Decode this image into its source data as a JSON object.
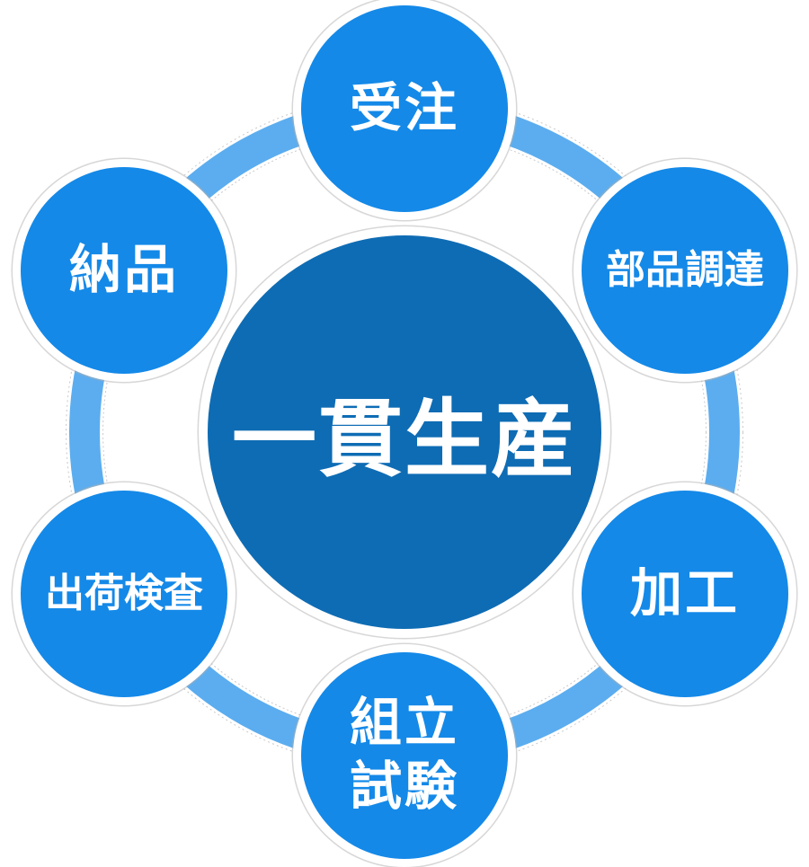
{
  "diagram": {
    "title_meaning": "integrated production cycle",
    "center": {
      "label": "一貫生産",
      "fill_color": "#0E6CB4",
      "text_color": "#FFFFFF"
    },
    "ring": {
      "color": "#5BADEF"
    },
    "nodes": [
      {
        "id": "order",
        "label": "受注",
        "position": "top"
      },
      {
        "id": "parts-procurement",
        "label": "部品調達",
        "position": "top-right"
      },
      {
        "id": "machining",
        "label": "加工",
        "position": "bottom-right"
      },
      {
        "id": "assembly-testing",
        "label": "組立\n試験",
        "position": "bottom"
      },
      {
        "id": "shipping-inspection",
        "label": "出荷検査",
        "position": "bottom-left"
      },
      {
        "id": "delivery",
        "label": "納品",
        "position": "top-left"
      }
    ],
    "node_fill_color": "#1489E8",
    "node_text_color": "#FFFFFF",
    "background_color": "#FFFFFF"
  }
}
